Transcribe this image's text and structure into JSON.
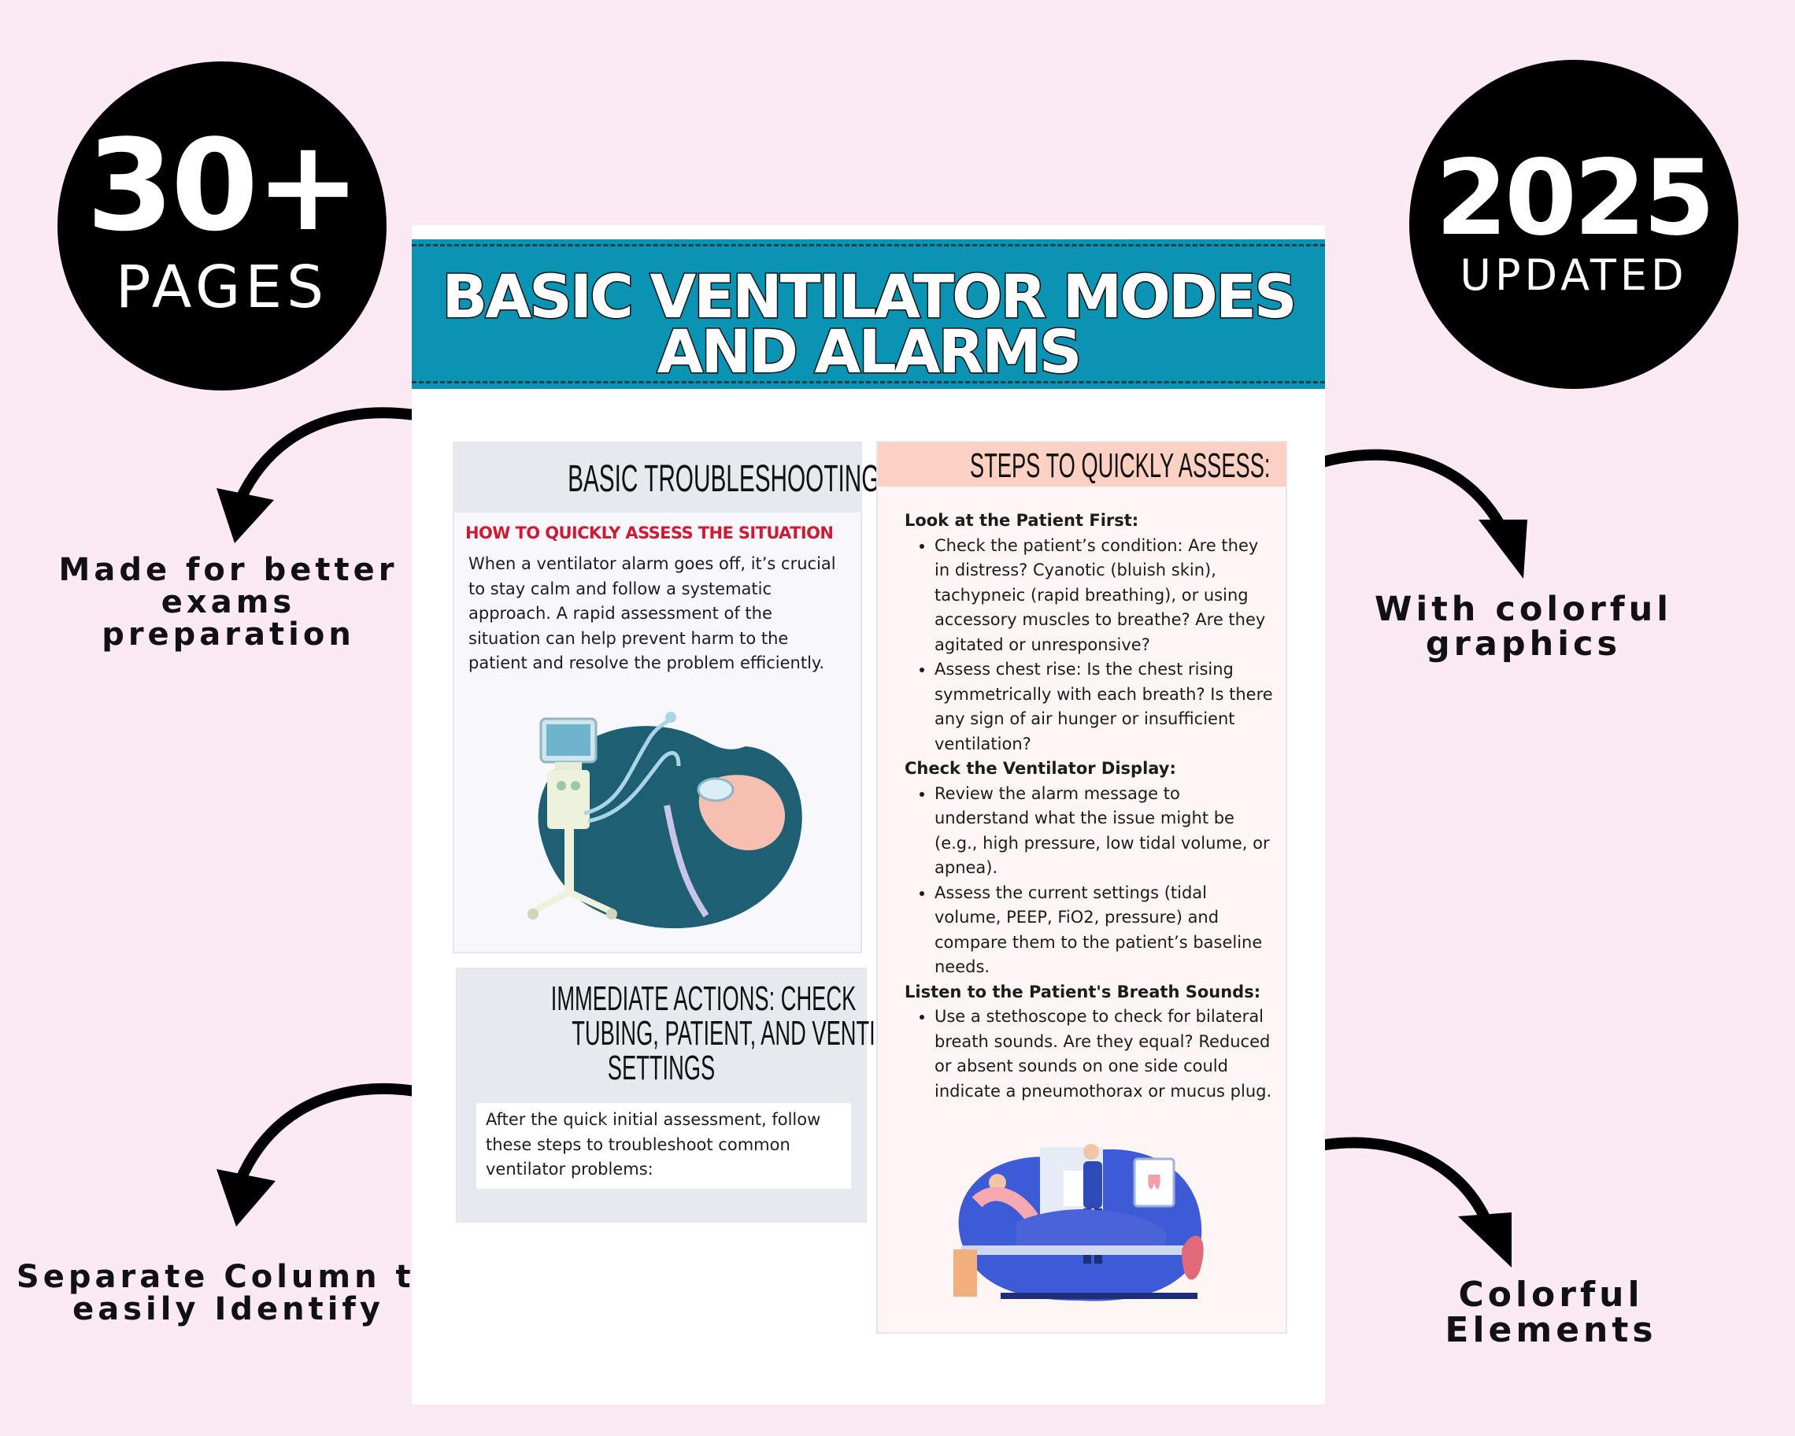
{
  "badges": {
    "left": {
      "number": "30+",
      "label": "PAGES"
    },
    "right": {
      "number": "2025",
      "label": "UPDATED"
    }
  },
  "callouts": {
    "top_left": [
      "Made for better",
      "exams preparation"
    ],
    "top_right": [
      "With colorful",
      "graphics"
    ],
    "bottom_left": [
      "Separate Column to",
      "easily Identify"
    ],
    "bottom_right": [
      "Colorful",
      "Elements"
    ]
  },
  "document": {
    "title_line1": "BASIC VENTILATOR MODES",
    "title_line2": "AND ALARMS",
    "left_card": {
      "heading": "BASIC TROUBLESHOOTING TIPS",
      "subheading": "HOW TO QUICKLY ASSESS THE SITUATION",
      "paragraph": "When a ventilator alarm goes off, it’s crucial to stay calm and follow a systematic approach. A rapid assessment of the situation can help prevent harm to the patient and resolve the problem efficiently.",
      "illustration": "ventilator-illustration"
    },
    "bottom_card": {
      "heading_lines": [
        "IMMEDIATE ACTIONS: CHECK",
        "TUBING, PATIENT, AND VENTILATOR",
        "SETTINGS"
      ],
      "paragraph": "After the quick initial assessment, follow these steps to troubleshoot common ventilator problems:"
    },
    "right_card": {
      "heading": "STEPS TO QUICKLY ASSESS:",
      "sections": [
        {
          "title": "Look at the Patient First:",
          "bullets": [
            "Check the patient’s condition: Are they in distress? Cyanotic (bluish skin), tachypneic (rapid breathing), or using accessory muscles to breathe? Are they agitated or unresponsive?",
            "Assess chest rise: Is the chest rising symmetrically with each breath? Is there any sign of air hunger or insufficient ventilation?"
          ]
        },
        {
          "title": "Check the Ventilator Display:",
          "bullets": [
            "Review the alarm message to understand what the issue might be (e.g., high pressure, low tidal volume, or apnea).",
            "Assess the current settings (tidal volume, PEEP, FiO2, pressure) and compare them to the patient’s baseline needs."
          ]
        },
        {
          "title": "Listen to the Patient's Breath Sounds:",
          "bullets": [
            "Use a stethoscope to check for bilateral breath sounds. Are they equal? Reduced or absent sounds on one side could indicate a pneumothorax or mucus plug."
          ]
        }
      ],
      "illustration": "hospital-bed-illustration"
    }
  },
  "colors": {
    "background": "#fbe9f4",
    "banner": "#0a93b3",
    "subheading_red": "#cc1b33",
    "right_header": "#fcd1c4",
    "illustration_teal": "#1e5f73"
  }
}
